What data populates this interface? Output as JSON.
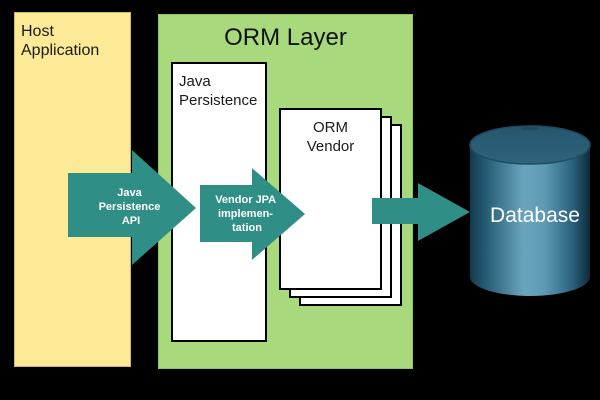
{
  "boxes": {
    "host_application": "Host Application",
    "orm_layer_title": "ORM Layer",
    "java_persistence": "Java Persistence",
    "orm_vendor_lines": [
      "ORM",
      "Vendor"
    ],
    "database": "Database"
  },
  "arrows": {
    "jpa": {
      "lines": [
        "Java",
        "Persistence",
        "API"
      ]
    },
    "vendor_impl": {
      "lines": [
        "Vendor JPA",
        "implemen-",
        "tation"
      ]
    }
  },
  "colors": {
    "background": "#000000",
    "host_box_fill": "#fdea96",
    "orm_layer_fill": "#a8da7d",
    "box_white": "#ffffff",
    "box_border": "#000000",
    "arrow_teal": "#2f8e85",
    "cylinder_dark_edge": "#12394b",
    "cylinder_highlight": "#6ba4bd",
    "cylinder_top": "#2d5f76",
    "text_dark": "#1a1a1a",
    "text_light": "#ffffff"
  }
}
